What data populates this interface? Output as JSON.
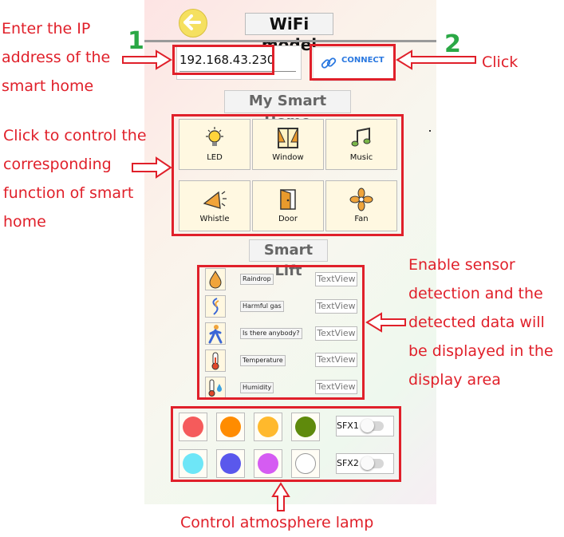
{
  "app": {
    "title": "WiFi model",
    "back_icon": "back-arrow-icon",
    "ip_value": "192.168.43.230",
    "connect_label": "CONNECT",
    "connect_icon": "link-icon",
    "link_color": "#2a78e0"
  },
  "home": {
    "title": "My Smart Home",
    "tiles": [
      {
        "label": "LED",
        "icon": "bulb-icon"
      },
      {
        "label": "Window",
        "icon": "window-icon"
      },
      {
        "label": "Music",
        "icon": "music-icon"
      },
      {
        "label": "Whistle",
        "icon": "horn-icon"
      },
      {
        "label": "Door",
        "icon": "door-icon"
      },
      {
        "label": "Fan",
        "icon": "fan-icon"
      }
    ]
  },
  "lift": {
    "title": "Smart Lift",
    "sensors": [
      {
        "label": "Raindrop",
        "value": "TextView",
        "icon": "raindrop-icon"
      },
      {
        "label": "Harmful gas",
        "value": "TextView",
        "icon": "gas-icon"
      },
      {
        "label": "Is there anybody?",
        "value": "TextView",
        "icon": "person-icon"
      },
      {
        "label": "Temperature",
        "value": "TextView",
        "icon": "thermometer-icon"
      },
      {
        "label": "Humidity",
        "value": "TextView",
        "icon": "humidity-icon"
      }
    ]
  },
  "lamp": {
    "colors": [
      "#f55b5b",
      "#ff8c00",
      "#ffb92c",
      "#5f8a0c",
      "#6ee6f7",
      "#5a58ec",
      "#d55cf2",
      "#ffffff"
    ],
    "sfx": [
      "SFX1",
      "SFX2"
    ]
  },
  "annotations": {
    "step1_number": "1",
    "step2_number": "2",
    "ip_lines": [
      "Enter the IP",
      "address of the",
      "smart home"
    ],
    "click": "Click",
    "control_lines": [
      "Click to control the",
      "corresponding",
      "function of smart",
      "home"
    ],
    "sensor_lines": [
      "Enable sensor",
      "detection and the",
      "detected data will",
      "be displayed in the",
      "display area"
    ],
    "lamp": "Control atmosphere lamp"
  },
  "colors": {
    "annotation": "#e0202a",
    "step_number": "#2aa845"
  }
}
